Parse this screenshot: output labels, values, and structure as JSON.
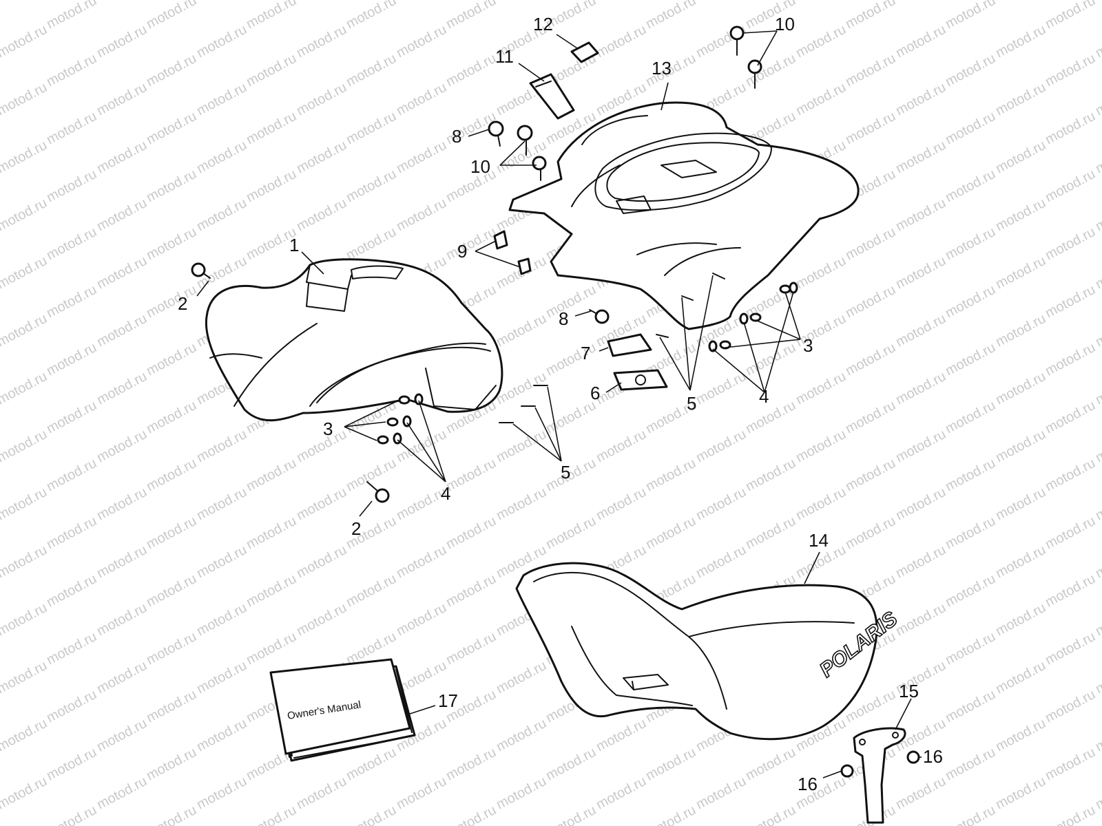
{
  "watermark": {
    "text": "motod.ru",
    "color": "#c9c9c9"
  },
  "callouts": {
    "p1": "1",
    "p2a": "2",
    "p2b": "2",
    "p3a": "3",
    "p3b": "3",
    "p4a": "4",
    "p4b": "4",
    "p5a": "5",
    "p5b": "5",
    "p6": "6",
    "p7": "7",
    "p8a": "8",
    "p8b": "8",
    "p9": "9",
    "p10a": "10",
    "p10b": "10",
    "p11": "11",
    "p12": "12",
    "p13": "13",
    "p14": "14",
    "p15": "15",
    "p16a": "16",
    "p16b": "16",
    "p17": "17"
  },
  "manual": {
    "title": "Owner's Manual"
  },
  "seat": {
    "logo": "POLARIS"
  }
}
